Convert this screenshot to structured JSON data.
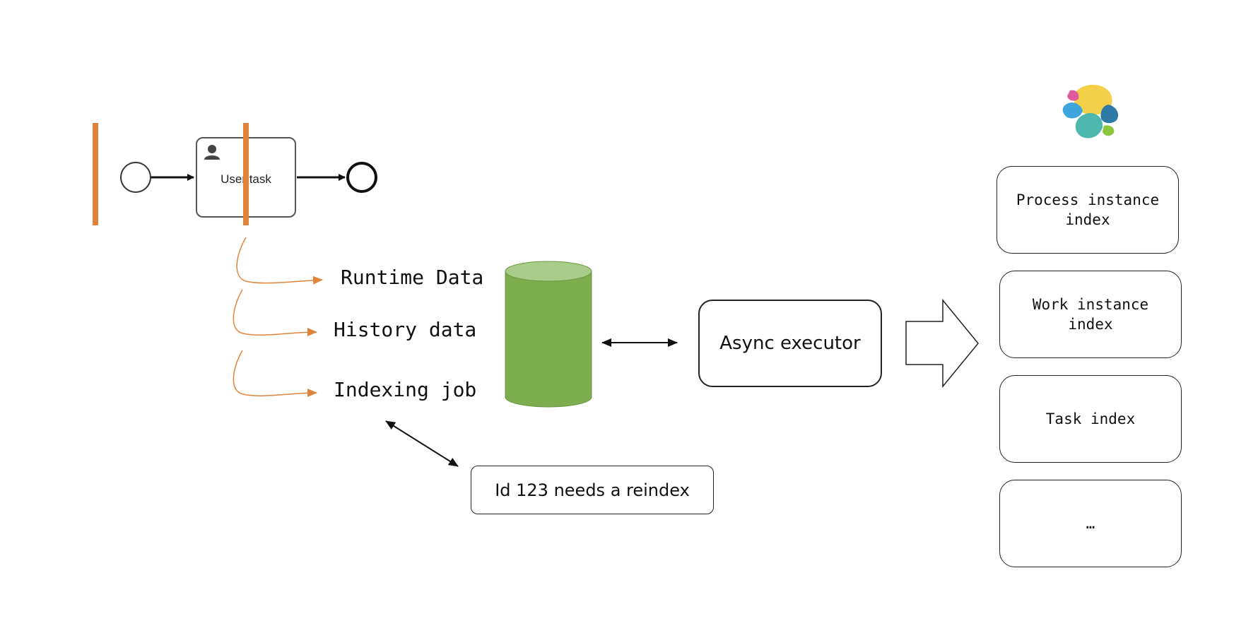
{
  "process": {
    "task_label": "User task",
    "user_icon": "user-icon"
  },
  "data_labels": {
    "runtime": "Runtime Data",
    "history": "History data",
    "indexing": "Indexing job"
  },
  "executor": {
    "label": "Async executor"
  },
  "reindex": {
    "label": "Id 123 needs a reindex"
  },
  "indices": [
    {
      "label": "Process instance\nindex"
    },
    {
      "label": "Work instance\nindex"
    },
    {
      "label": "Task index"
    },
    {
      "label": "…"
    }
  ],
  "logo": {
    "icon": "elasticsearch-logo-icon"
  },
  "colors": {
    "accent_orange": "#E0843C",
    "db_green": "#7DAD4E",
    "db_green_top": "#A9CC8A",
    "stroke": "#222222"
  }
}
